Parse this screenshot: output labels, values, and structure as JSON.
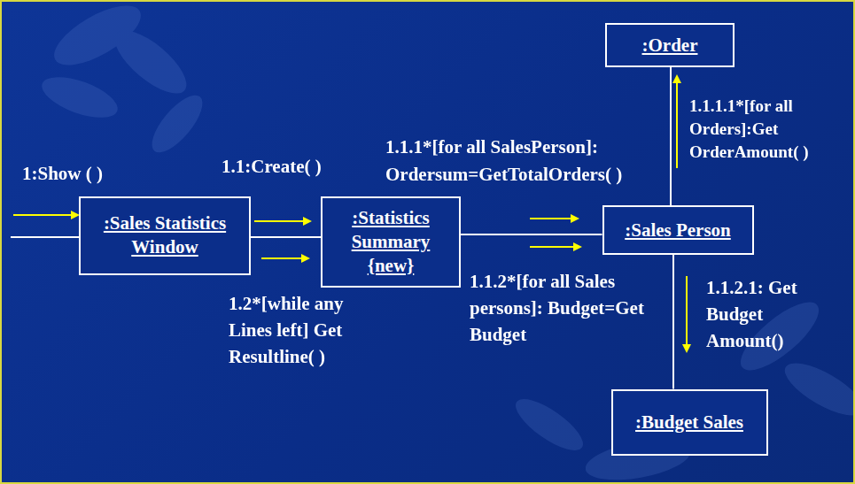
{
  "diagram": {
    "nodes": [
      {
        "text": [
          ":Sales Statistics Window"
        ]
      },
      {
        "text": [
          ":Statistics Summary",
          "{new}"
        ]
      },
      {
        "text": [
          ":Order"
        ]
      },
      {
        "text": [
          ":Sales Person"
        ]
      },
      {
        "text": [
          ":Budget  Sales"
        ]
      }
    ],
    "edges": [
      {
        "from": 0,
        "to": 1,
        "arrow": "none"
      },
      {
        "from": 1,
        "to": 3,
        "arrow": "none"
      },
      {
        "from": 3,
        "to": 2,
        "arrow": "none"
      },
      {
        "from": 3,
        "to": 4,
        "arrow": "none"
      }
    ],
    "labels": [
      "1:Show ( )",
      "1.1:Create( )",
      "1.2*[while any Lines left] Get Resultline( )",
      "1.1.1*[for all SalesPerson]: Ordersum=GetTotalOrders( )",
      "1.1.2*[for all Sales persons]: Budget=Get Budget",
      "1.1.1.1*[for all Orders]:Get OrderAmount( )",
      "1.1.2.1: Get Budget Amount()"
    ]
  }
}
